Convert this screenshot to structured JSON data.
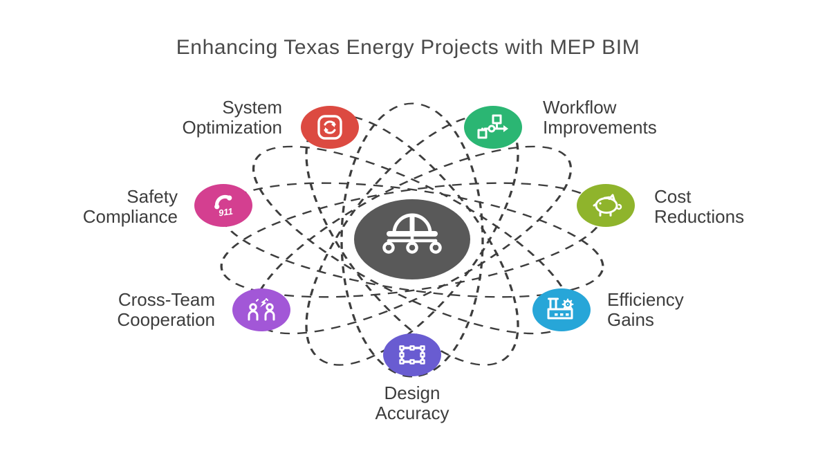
{
  "title": "Enhancing Texas Energy Projects with MEP BIM",
  "colors": {
    "background": "#ffffff",
    "orbit_stroke": "#3d3d3d",
    "label_text": "#3d3d3d",
    "title_text": "#4a4a4a",
    "icon_stroke": "#ffffff"
  },
  "diagram": {
    "center": {
      "icon": "hard-hat-network-icon",
      "color": "#595959"
    },
    "nodes": [
      {
        "id": "system-optimization",
        "line1": "System",
        "line2": "Optimization",
        "icon": "sync-loop-icon",
        "color": "#dc4a41"
      },
      {
        "id": "workflow-improvements",
        "line1": "Workflow",
        "line2": "Improvements",
        "icon": "flowchart-icon",
        "color": "#2bb673"
      },
      {
        "id": "safety-compliance",
        "line1": "Safety",
        "line2": "Compliance",
        "icon": "emergency-phone-icon",
        "icon_text": "911",
        "color": "#d43f90"
      },
      {
        "id": "cost-reductions",
        "line1": "Cost",
        "line2": "Reductions",
        "icon": "piggy-bank-icon",
        "color": "#8fb42c"
      },
      {
        "id": "cross-team-cooperation",
        "line1": "Cross-Team",
        "line2": "Cooperation",
        "icon": "team-spark-icon",
        "color": "#a257d7"
      },
      {
        "id": "efficiency-gains",
        "line1": "Efficiency",
        "line2": "Gains",
        "icon": "factory-gear-icon",
        "color": "#27a6d8"
      },
      {
        "id": "design-accuracy",
        "line1": "Design",
        "line2": "Accuracy",
        "icon": "frame-anchors-icon",
        "color": "#695cd1"
      }
    ]
  }
}
